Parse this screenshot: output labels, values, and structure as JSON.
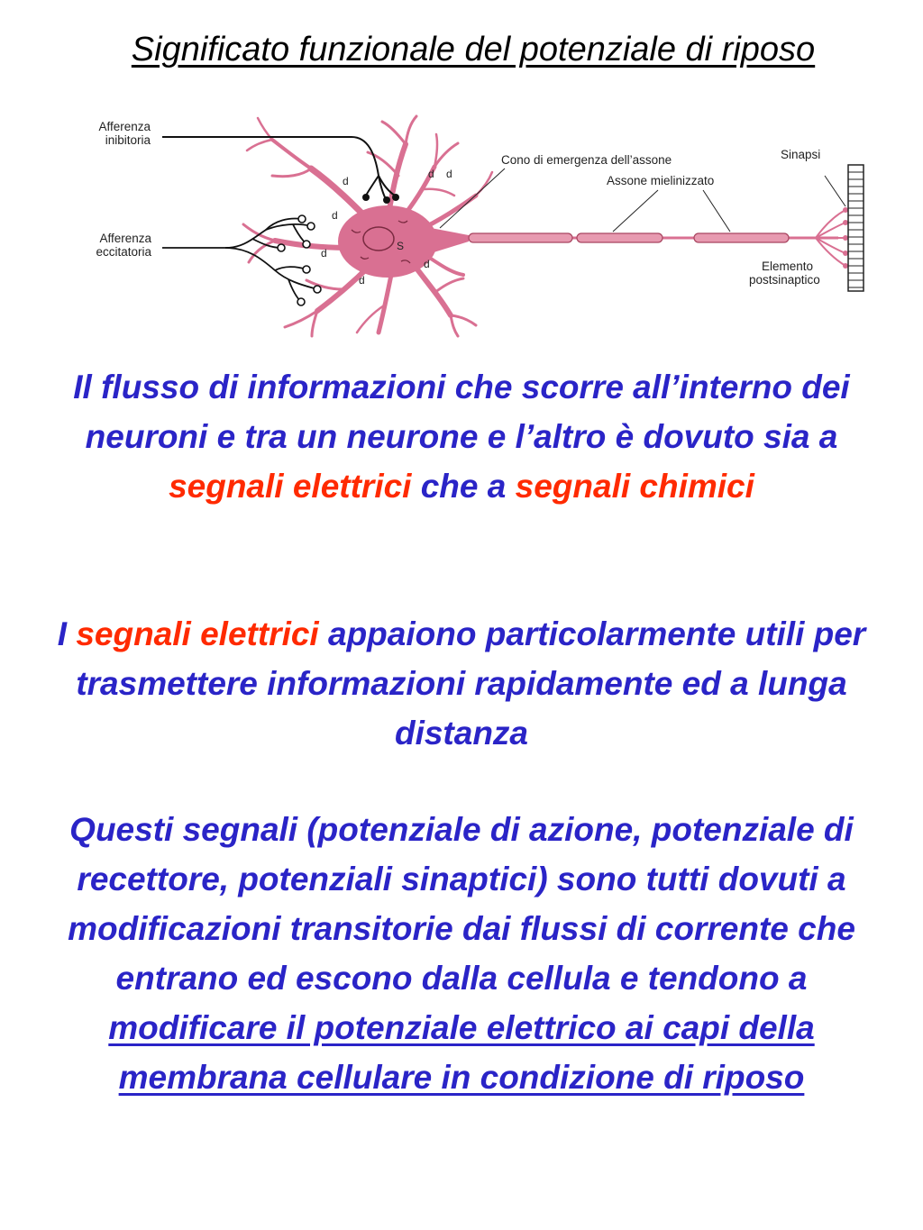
{
  "title": "Significato funzionale del potenziale di riposo",
  "figure": {
    "labels": {
      "inhibitory": [
        "Afferenza",
        "inibitoria"
      ],
      "excitatory": [
        "Afferenza",
        "eccitatoria"
      ],
      "axon_hillock": "Cono di emergenza dell’assone",
      "myelinated_axon": "Assone mielinizzato",
      "synapse": "Sinapsi",
      "postsynaptic": [
        "Elemento",
        "postsinaptico"
      ],
      "dendrite": "d",
      "soma": "S"
    },
    "colors": {
      "neuron": "#d97092",
      "neuron_dark": "#a8445f"
    }
  },
  "paragraphs": {
    "p1": {
      "a": "Il flusso di informazioni che scorre all’interno dei neuroni e tra un neurone e l’altro è dovuto sia a ",
      "b": "segnali elettrici",
      "c": " che a ",
      "d": "segnali chimici"
    },
    "p2": {
      "a": "I ",
      "b": "segnali elettrici",
      "c": " appaiono particolarmente utili per trasmettere informazioni rapidamente ed a lunga distanza"
    },
    "p3": {
      "a": "Questi segnali (potenziale di azione, potenziale di recettore, potenziali sinaptici) sono tutti dovuti a modificazioni transitorie dai flussi di corrente che entrano ed escono dalla cellula e tendono a ",
      "b": "modificare il potenziale elettrico ai capi della membrana cellulare in condizione di riposo"
    }
  },
  "accent_colors": {
    "text": "#2a24c7",
    "highlight": "#ff2a00"
  }
}
